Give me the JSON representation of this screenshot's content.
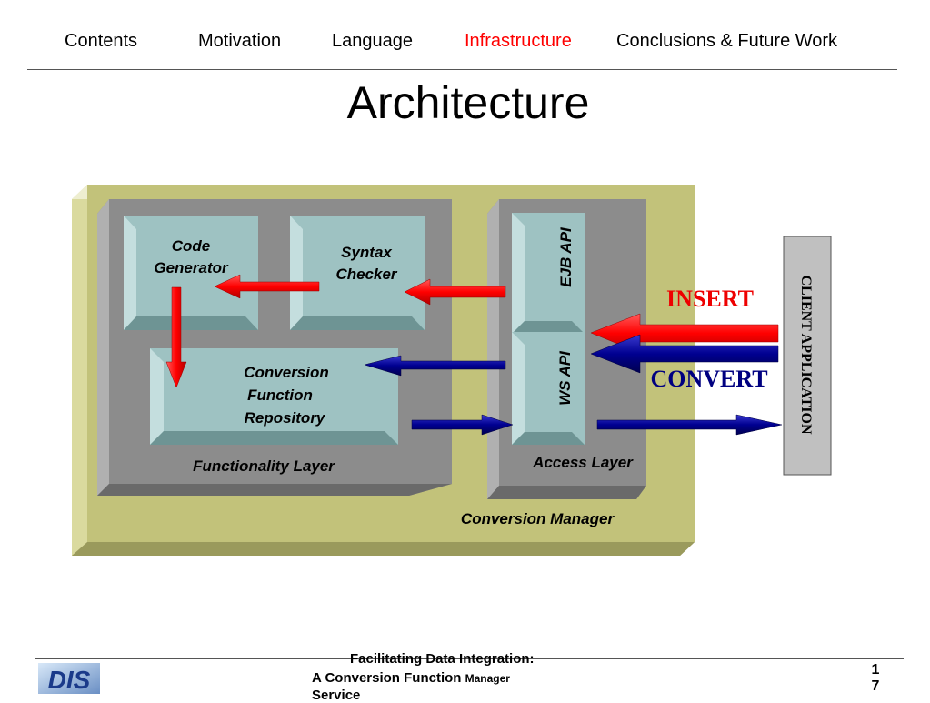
{
  "nav": {
    "items": [
      "Contents",
      "Motivation",
      "Language",
      "Infrastructure",
      "Conclusions & Future Work"
    ],
    "active_index": 3
  },
  "title": "Architecture",
  "diagram": {
    "container_label": "Conversion Manager",
    "functionality_layer": {
      "label": "Functionality  Layer",
      "code_generator": [
        "Code",
        "Generator"
      ],
      "syntax_checker": [
        "Syntax",
        "Checker"
      ],
      "repository": [
        "Conversion",
        "Function",
        "Repository"
      ]
    },
    "access_layer": {
      "label": "Access  Layer",
      "ejb_api": "EJB API",
      "ws_api": "WS  API"
    },
    "client": "CLIENT APPLICATION",
    "insert_label": "INSERT",
    "convert_label": "CONVERT",
    "colors": {
      "container": "#c2c27a",
      "layer": "#8c8c8c",
      "box": "#9ec2c2",
      "insert": "#ff0000",
      "convert": "#000080"
    }
  },
  "footer": {
    "line1": "Facilitating Data Integration:",
    "line2_bold": "A Conversion Function",
    "line2_small": "Manager",
    "line3": "Service",
    "page": "17",
    "logo": "DIS"
  }
}
